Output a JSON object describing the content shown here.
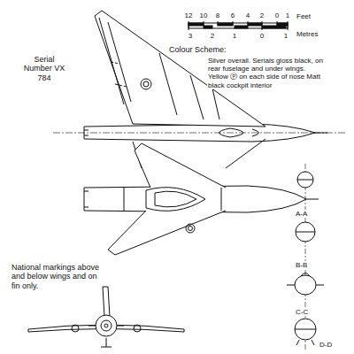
{
  "diagram": {
    "labels": [
      "12",
      "10",
      "8",
      "6",
      "4",
      "2",
      "0",
      "1",
      "Feet",
      "3",
      "2",
      "1",
      "0",
      "1",
      "Metres",
      "Serial Number VX 784",
      "Colour Scheme:",
      "Silver overall. Serials gloss black, on rear fuselage and under wings. Yellow Ⓟ on each side of nose Matt black cockpit interior",
      "A-A",
      "B-B",
      "C-C",
      "D-D",
      "National markings above and below wings and on fin only."
    ]
  }
}
